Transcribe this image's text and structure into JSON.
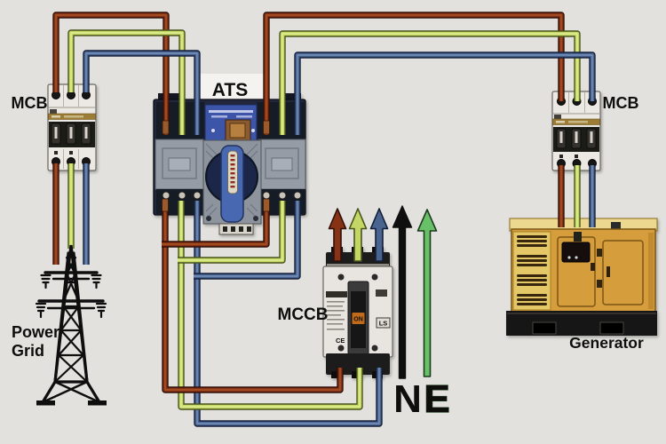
{
  "diagram": {
    "background": "#e2e1dd"
  },
  "components": {
    "mcb_left": {
      "label": "MCB"
    },
    "ats": {
      "label": "ATS"
    },
    "mcb_right": {
      "label": "MCB"
    },
    "power_grid": {
      "label_line1": "Power",
      "label_line2": "Grid"
    },
    "mccb": {
      "label": "MCCB",
      "toggle_label": "ON",
      "brand": "LS",
      "cert_mark": "CE"
    },
    "generator": {
      "label": "Generator"
    },
    "neutral": {
      "label": "N",
      "color": "#0f0f0f"
    },
    "earth": {
      "label": "E",
      "color": "#68c068"
    }
  },
  "wires": {
    "phase_1": {
      "color": "#873214"
    },
    "phase_2": {
      "color": "#c3d666"
    },
    "phase_3": {
      "color": "#48648f"
    }
  },
  "colors": {
    "generator_body": "#d69d3c",
    "ats_plate_blue": "#3d55a8",
    "mcb_body": "#ece9e4",
    "gold_band": "#9d7c36"
  }
}
